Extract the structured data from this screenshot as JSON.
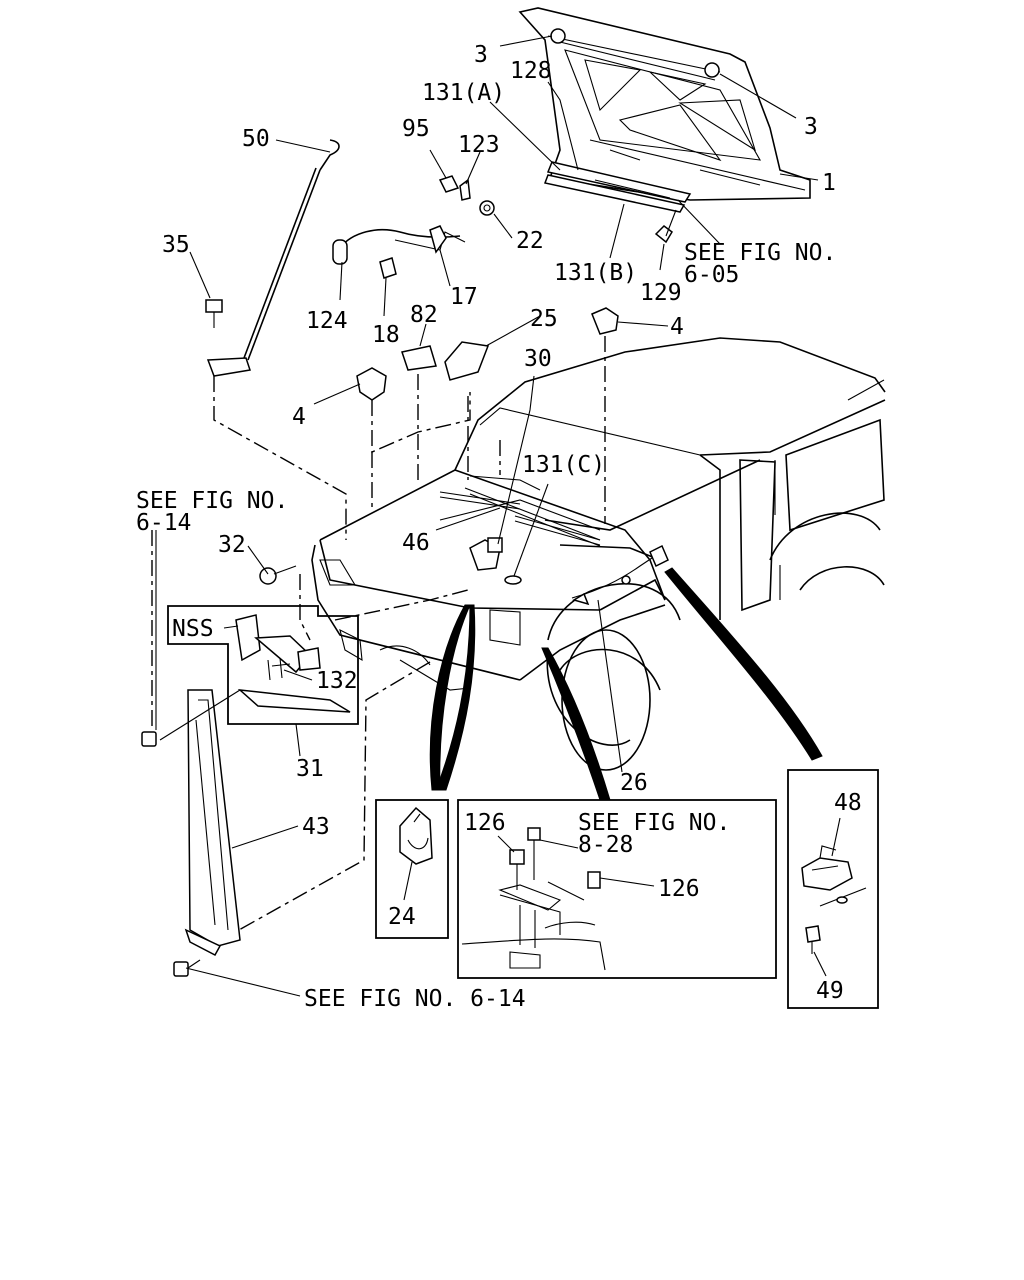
{
  "labels": {
    "p1": "1",
    "p3a": "3",
    "p3b": "3",
    "p4a": "4",
    "p4b": "4",
    "p17": "17",
    "p18": "18",
    "p22": "22",
    "p24": "24",
    "p25": "25",
    "p26": "26",
    "p30": "30",
    "p31": "31",
    "p32": "32",
    "p35": "35",
    "p43": "43",
    "p46": "46",
    "p48": "48",
    "p49": "49",
    "p50": "50",
    "p82": "82",
    "p95": "95",
    "p123": "123",
    "p124": "124",
    "p126a": "126",
    "p126b": "126",
    "p128": "128",
    "p129": "129",
    "p131a": "131(A)",
    "p131b": "131(B)",
    "p131c": "131(C)",
    "p132": "132",
    "nss": "NSS"
  },
  "references": {
    "fig605_l1": "SEE FIG NO.",
    "fig605_l2": "6-05",
    "fig614_l1": "SEE FIG NO.",
    "fig614_l2": "6-14",
    "fig828_l1": "SEE FIG NO.",
    "fig828_l2": "8-28",
    "fig614_bottom": "SEE FIG NO. 6-14"
  }
}
